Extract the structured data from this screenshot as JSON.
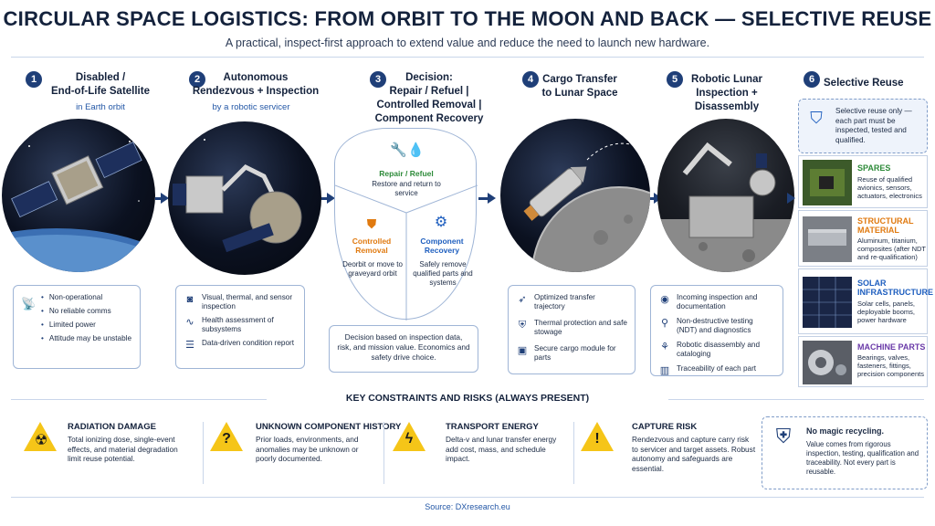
{
  "header": {
    "title": "CIRCULAR SPACE LOGISTICS: FROM ORBIT TO THE MOON AND BACK — SELECTIVE REUSE",
    "subtitle": "A practical, inspect-first approach to extend value and reduce the need to launch new hardware."
  },
  "steps": [
    {
      "num": "1",
      "title_l1": "Disabled /",
      "title_l2": "End-of-Life Satellite",
      "sub": "in Earth orbit"
    },
    {
      "num": "2",
      "title_l1": "Autonomous",
      "title_l2": "Rendezvous + Inspection",
      "sub": "by a robotic servicer"
    },
    {
      "num": "3",
      "title_l1": "Decision:",
      "title_l2": "Repair / Refuel |",
      "title_l3": "Controlled Removal |",
      "title_l4": "Component Recovery"
    },
    {
      "num": "4",
      "title_l1": "Cargo Transfer",
      "title_l2": "to Lunar Space"
    },
    {
      "num": "5",
      "title_l1": "Robotic Lunar",
      "title_l2": "Inspection + Disassembly"
    },
    {
      "num": "6",
      "title_l1": "Selective Reuse"
    }
  ],
  "box1": [
    "Non-operational",
    "No reliable comms",
    "Limited power",
    "Attitude may be unstable"
  ],
  "box2": [
    "Visual, thermal, and sensor inspection",
    "Health assessment of subsystems",
    "Data-driven condition report"
  ],
  "decision": {
    "repair_label": "Repair / Refuel",
    "repair_text": "Restore and return to service",
    "removal_label": "Controlled Removal",
    "removal_text": "Deorbit or move to graveyard orbit",
    "recovery_label": "Component Recovery",
    "recovery_text": "Safely remove qualified parts and systems",
    "note": "Decision based on inspection data, risk, and mission value. Economics and safety drive choice."
  },
  "box4": [
    "Optimized transfer trajectory",
    "Thermal protection and safe stowage",
    "Secure cargo module for parts"
  ],
  "box5": [
    "Incoming inspection and documentation",
    "Non-destructive testing (NDT) and diagnostics",
    "Robotic disassembly and cataloging",
    "Traceability of each part"
  ],
  "reuse": {
    "notice": "Selective reuse only — each part must be inspected, tested and qualified.",
    "cards": [
      {
        "title": "SPARES",
        "text": "Reuse of qualified avionics, sensors, actuators, electronics",
        "color": "#2e8b3a"
      },
      {
        "title": "STRUCTURAL MATERIAL",
        "text": "Aluminum, titanium, composites (after NDT and re-qualification)",
        "color": "#e07a10"
      },
      {
        "title": "SOLAR INFRASTRUCTURE",
        "text": "Solar cells, panels, deployable booms, power hardware",
        "color": "#1f5fbf"
      },
      {
        "title": "MACHINE PARTS",
        "text": "Bearings, valves, fasteners, fittings, precision components",
        "color": "#6a3aa8"
      }
    ]
  },
  "constraints": {
    "heading": "KEY CONSTRAINTS AND RISKS (ALWAYS PRESENT)",
    "items": [
      {
        "title": "RADIATION DAMAGE",
        "text": "Total ionizing dose, single-event effects, and material degradation limit reuse potential."
      },
      {
        "title": "UNKNOWN COMPONENT HISTORY",
        "text": "Prior loads, environments, and anomalies may be unknown or poorly documented."
      },
      {
        "title": "TRANSPORT ENERGY",
        "text": "Delta-v and lunar transfer energy add cost, mass, and schedule impact."
      },
      {
        "title": "CAPTURE RISK",
        "text": "Rendezvous and capture carry risk to servicer and target assets. Robust autonomy and safeguards are essential."
      }
    ],
    "magic_title": "No magic recycling.",
    "magic_text": "Value comes from rigorous inspection, testing, qualification and traceability. Not every part is reusable."
  },
  "source": "Source: DXresearch.eu",
  "colors": {
    "navy": "#1f3f78",
    "warning": "#f5c518",
    "repair": "#2e8b3a",
    "removal": "#e07a10",
    "recovery": "#1f5fbf"
  }
}
